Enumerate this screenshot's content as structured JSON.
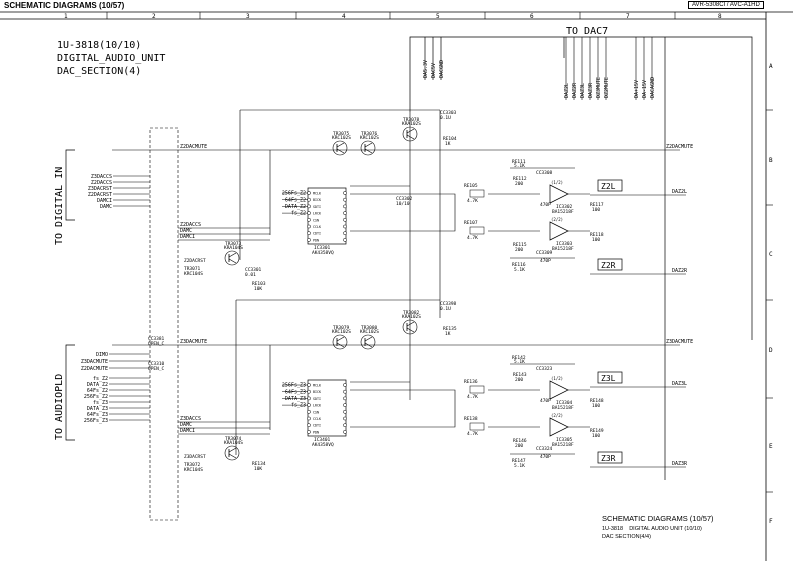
{
  "header": {
    "title": "SCHEMATIC DIAGRAMS (10/57)",
    "model": "AVR-5308CI / AVC-A1HD"
  },
  "grid": {
    "columns": [
      "1",
      "2",
      "3",
      "4",
      "5",
      "6",
      "7",
      "8"
    ],
    "rows": [
      "A",
      "B",
      "C",
      "D",
      "E",
      "F"
    ]
  },
  "board_title": {
    "line1": "1U-3818(10/10)",
    "line2": "DIGITAL_AUDIO_UNIT",
    "line3": "DAC_SECTION(4)"
  },
  "connectors": {
    "to_dac7": "TO DAC7",
    "to_digital_in": "TO DIGITAL IN",
    "to_audiopld": "TO AUDIOPLD"
  },
  "digital_in_signals": [
    "Z3DACCS",
    "Z2DACCS",
    "Z3DACRST",
    "Z2DACRST",
    "DAMCI",
    "DAMC"
  ],
  "audiopld_signals": [
    "DIMO",
    "Z3DACMUTE",
    "Z2DACMUTE",
    "fs_Z2",
    "DATA_Z2",
    "64Fs_Z2",
    "256Fs_Z2",
    "fs_Z3",
    "DATA_Z3",
    "64Fs_Z3",
    "256Fs_Z3"
  ],
  "nets": {
    "z2_mute": "Z2DACMUTE",
    "z3_mute": "Z3DACMUTE",
    "z2_dac": [
      "Z2DACCS",
      "DAMC",
      "DAMCI"
    ],
    "z3_dac": [
      "Z3DACCS",
      "DAMC",
      "DAMCI"
    ]
  },
  "dac7_top_wires": [
    "DA5.3V",
    "DAC5V",
    "DACGND"
  ],
  "dac7_mid_wires": [
    "DAZ2L",
    "DAZ2R",
    "DAZ3L",
    "DAZ3R",
    "DZ3MUTE",
    "DZ2MUTE"
  ],
  "dac7_right_wires": [
    "DA+15V",
    "DA-15V",
    "DACAGND"
  ],
  "ics": {
    "dac_z2": {
      "ref": "IC3301",
      "part": "AK4358VQ"
    },
    "dac_z3": {
      "ref": "IC3401",
      "part": "AK4358VQ"
    },
    "dac_pins": [
      "MCLK",
      "BICK",
      "SDTI",
      "LRCK",
      "CSN",
      "CCLK",
      "CDTI",
      "PDN"
    ],
    "z2_in": [
      "256Fs_Z2",
      "64Fs_Z2",
      "DATA_Z2",
      "fs_Z2"
    ],
    "z3_in": [
      "256Fs_Z3",
      "64Fs_Z3",
      "DATA_Z3",
      "fs_Z3"
    ],
    "opamps": [
      "IC3302",
      "IC3303",
      "IC3304",
      "IC3305"
    ],
    "opamp_part": "BA15218F"
  },
  "outputs": [
    {
      "box": "Z2L",
      "net": "DAZ2L"
    },
    {
      "box": "Z2R",
      "net": "DAZ2R"
    },
    {
      "box": "Z3L",
      "net": "DAZ3L"
    },
    {
      "box": "Z3R",
      "net": "DAZ3R"
    }
  ],
  "components": {
    "transistors_top": [
      {
        "ref": "TR3075",
        "part": "KRC102S"
      },
      {
        "ref": "TR3076",
        "part": "KRC102S"
      },
      {
        "ref": "TR3078",
        "part": "KRA102S"
      }
    ],
    "transistors_bottom": [
      {
        "ref": "TR3079",
        "part": "KRC102S"
      },
      {
        "ref": "TR3080",
        "part": "KRC102S"
      },
      {
        "ref": "TR3082",
        "part": "KRA102S"
      }
    ],
    "left_trs_top": [
      {
        "ref": "TR3073",
        "part": "KRA104S"
      },
      {
        "ref": "TR3071",
        "part": "KRC104S"
      }
    ],
    "left_trs_bottom": [
      {
        "ref": "TR3074",
        "part": "KRA104S"
      },
      {
        "ref": "TR3072",
        "part": "KRC104S"
      }
    ],
    "caps_misc": [
      {
        "ref": "CC3303",
        "val": "0.1U"
      },
      {
        "ref": "CC3302",
        "val": "10/10"
      },
      {
        "ref": "CC3398",
        "val": "0.1U"
      },
      {
        "ref": "CC3301",
        "val": "0.01"
      },
      {
        "ref": "CC3381",
        "val": "OPEN_C"
      },
      {
        "ref": "CC3310",
        "val": "OPEN_C"
      }
    ],
    "res_misc": [
      {
        "ref": "RE104",
        "val": "1K"
      },
      {
        "ref": "RE135",
        "val": "1K"
      },
      {
        "ref": "RE103",
        "val": "10K"
      },
      {
        "ref": "RE134",
        "val": "10K"
      }
    ],
    "filter_z2": {
      "r_in_top": {
        "ref": "RE105",
        "val": "4.7K"
      },
      "r_in_bot": {
        "ref": "RE107",
        "val": "4.7K"
      },
      "r_fb_top": {
        "ref": "RE111",
        "val": "5.1K"
      },
      "r_fb_bot": {
        "ref": "RE116",
        "val": "5.1K"
      },
      "r_mid1": {
        "ref": "RE112",
        "val": "200"
      },
      "r_mid2": {
        "ref": "RE115",
        "val": "200"
      },
      "c_top": {
        "ref": "CC3308",
        "val": "470P"
      },
      "c_bot": {
        "ref": "CC3309",
        "val": "470P"
      },
      "r_out_l": {
        "ref": "RE117",
        "val": "100"
      },
      "r_out_r": {
        "ref": "RE118",
        "val": "100"
      }
    },
    "filter_z3": {
      "r_in_top": {
        "ref": "RE136",
        "val": "4.7K"
      },
      "r_in_bot": {
        "ref": "RE138",
        "val": "4.7K"
      },
      "r_fb_top": {
        "ref": "RE142",
        "val": "5.1K"
      },
      "r_fb_bot": {
        "ref": "RE147",
        "val": "5.1K"
      },
      "r_mid1": {
        "ref": "RE143",
        "val": "200"
      },
      "r_mid2": {
        "ref": "RE146",
        "val": "200"
      },
      "c_top": {
        "ref": "CC3323",
        "val": "470P"
      },
      "c_bot": {
        "ref": "CC3324",
        "val": "470P"
      },
      "r_out_l": {
        "ref": "RE148",
        "val": "100"
      },
      "r_out_r": {
        "ref": "RE149",
        "val": "100"
      }
    },
    "amp_pin_top": "(1/2)",
    "amp_pin_bot": "(2/2)"
  },
  "footer": {
    "title": "SCHEMATIC DIAGRAMS (10/57)",
    "line2": "1U-3818    DIGITAL AUDIO UNIT (10/10)",
    "line3": "DAC SECTION(4/4)"
  }
}
